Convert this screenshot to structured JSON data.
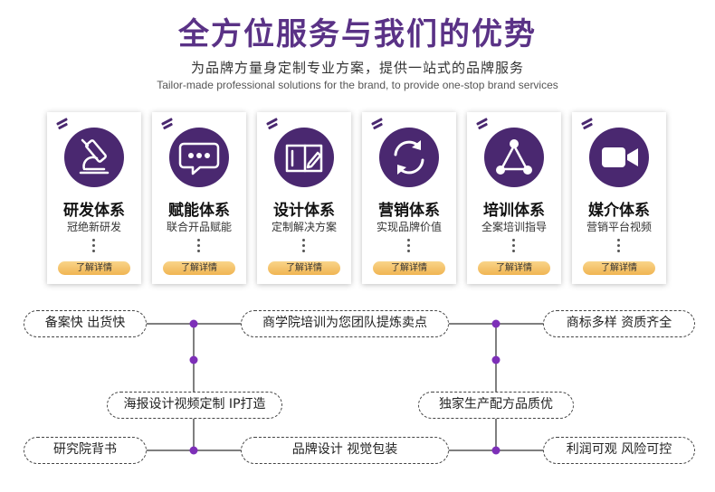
{
  "header": {
    "title": "全方位服务与我们的优势",
    "subtitle": "为品牌方量身定制专业方案，提供一站式的品牌服务",
    "subtitle_en": "Tailor-made professional solutions for the brand, to provide one-stop brand services"
  },
  "cards": [
    {
      "title": "研发体系",
      "desc": "冠绝新研发",
      "button": "了解详情",
      "icon": "microscope-icon"
    },
    {
      "title": "赋能体系",
      "desc": "联合开品赋能",
      "button": "了解详情",
      "icon": "chat-bubble-icon"
    },
    {
      "title": "设计体系",
      "desc": "定制解决方案",
      "button": "了解详情",
      "icon": "design-book-icon"
    },
    {
      "title": "营销体系",
      "desc": "实现品牌价值",
      "button": "了解详情",
      "icon": "refresh-cycle-icon"
    },
    {
      "title": "培训体系",
      "desc": "全案培训指导",
      "button": "了解详情",
      "icon": "network-triangle-icon"
    },
    {
      "title": "媒介体系",
      "desc": "营销平台视频",
      "button": "了解详情",
      "icon": "video-camera-icon"
    }
  ],
  "advantages": {
    "left_top": "备案快 出货快",
    "center_top": "商学院培训为您团队提炼卖点",
    "right_top": "商标多样 资质齐全",
    "left_mid": "海报设计视频定制 IP打造",
    "right_mid": "独家生产配方品质优",
    "left_bottom": "研究院背书",
    "center_bottom": "品牌设计  视觉包装",
    "right_bottom": "利润可观 风险可控"
  },
  "colors": {
    "brand_purple": "#5a3286",
    "icon_bg": "#4a2870",
    "button_gold": "#f0b552"
  }
}
